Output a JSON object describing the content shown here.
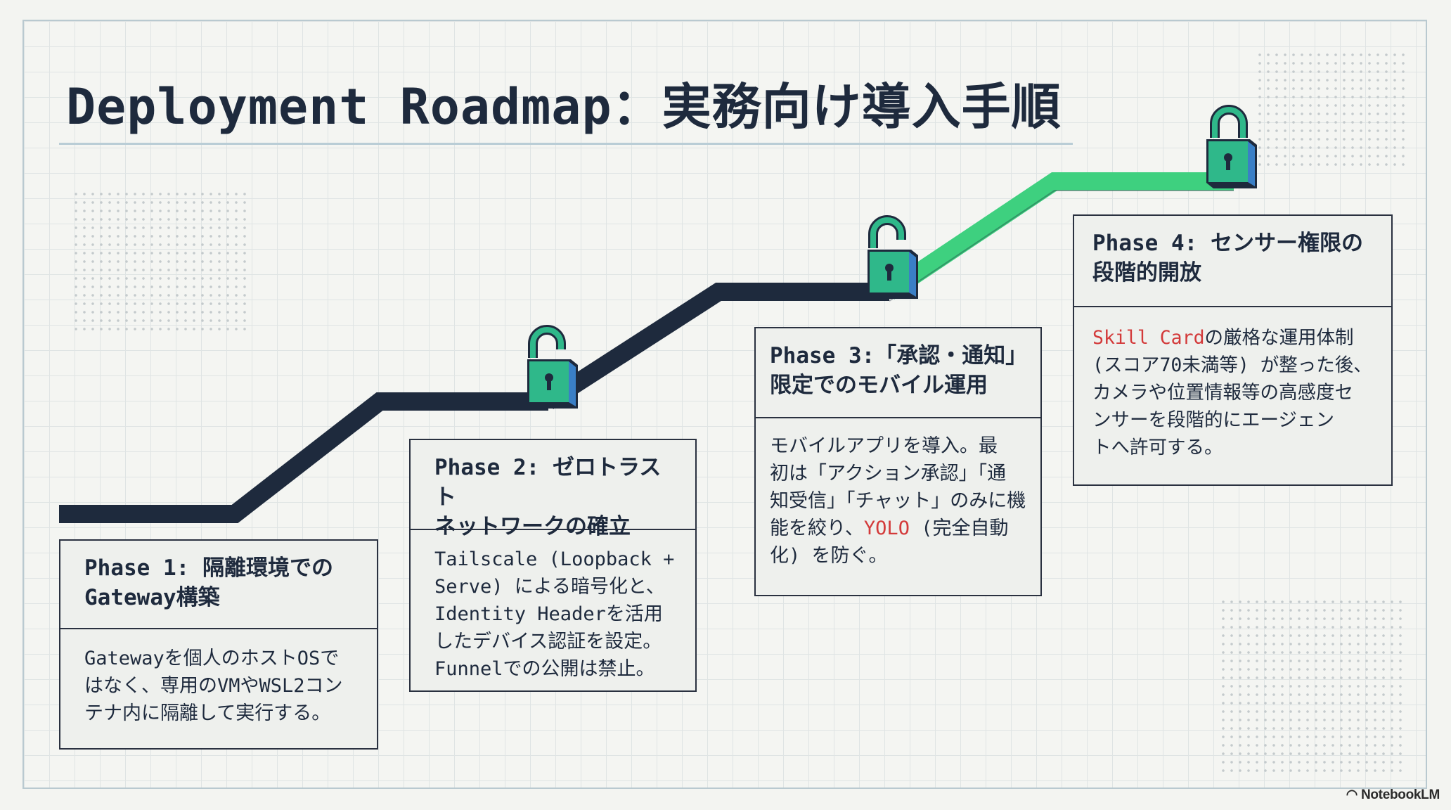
{
  "title": "Deployment Roadmap：実務向け導入手順",
  "brand": "NotebookLM",
  "phases": [
    {
      "heading_l1": "Phase 1: 隔離環境での",
      "heading_l2": "Gateway構築",
      "body_l1": "Gatewayを個人のホストOSで",
      "body_l2": "はなく、専用のVMやWSL2コン",
      "body_l3": "テナ内に隔離して実行する。"
    },
    {
      "heading_l1": "Phase 2: ゼロトラスト",
      "heading_l2": "ネットワークの確立",
      "body_l1": "Tailscale (Loopback +",
      "body_l2": "Serve) による暗号化と、",
      "body_l3": "Identity Headerを活用",
      "body_l4": "したデバイス認証を設定。",
      "body_l5": "Funnelでの公開は禁止。"
    },
    {
      "heading_l1": "Phase 3:「承認・通知」",
      "heading_l2": "限定でのモバイル運用",
      "body_l1": "モバイルアプリを導入。最",
      "body_l2": "初は「アクション承認」「通",
      "body_l3": "知受信」「チャット」のみに機",
      "body_l4_pre": "能を絞り、",
      "body_l4_hl": "YOLO",
      "body_l4_post": " (完全自動",
      "body_l5": "化) を防ぐ。"
    },
    {
      "heading_l1": "Phase 4: センサー権限の",
      "heading_l2": "段階的開放",
      "body_l1_hl": "Skill Card",
      "body_l1_post": "の厳格な運用体制",
      "body_l2": "(スコア70未満等) が整った後、",
      "body_l3": "カメラや位置情報等の高感度セ",
      "body_l4": "ンサーを段階的にエージェン",
      "body_l5": "トへ許可する。"
    }
  ],
  "colors": {
    "path_dark": "#1e2a3d",
    "path_green": "#3ed07f",
    "accent_red": "#d33a3a",
    "lock_face": "#2fb88a",
    "lock_side": "#3a7fc6"
  },
  "icons": [
    "unlocked-padlock-icon",
    "unlocked-padlock-icon",
    "unlocked-padlock-icon",
    "locked-padlock-icon"
  ]
}
